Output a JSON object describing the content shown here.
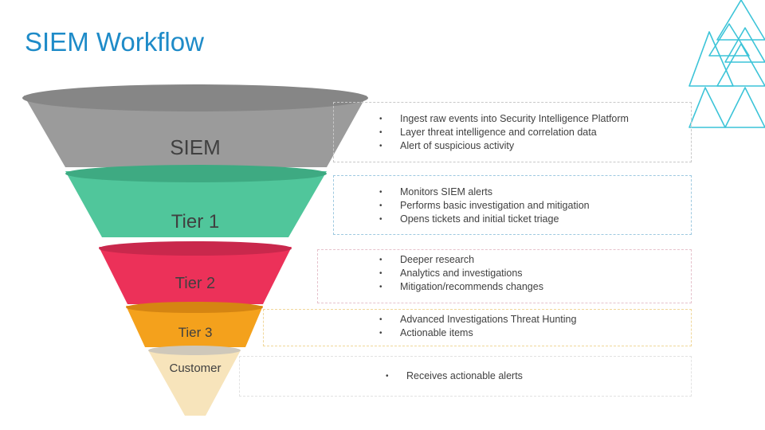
{
  "title": "SIEM Workflow",
  "colors": {
    "title": "#1e8bc8",
    "accent_lines": "#3cc4d8",
    "siem": "#9b9b9b",
    "tier1": "#50c69b",
    "tier2": "#ec3159",
    "tier3": "#f4a11c",
    "customer": "#f7e4bb"
  },
  "tiers": [
    {
      "label": "SIEM",
      "items": [
        "Ingest raw events into Security Intelligence Platform",
        "Layer threat intelligence and correlation data",
        "Alert of suspicious activity"
      ]
    },
    {
      "label": "Tier 1",
      "items": [
        "Monitors SIEM alerts",
        "Performs basic investigation and mitigation",
        "Opens tickets and initial ticket triage"
      ]
    },
    {
      "label": "Tier 2",
      "items": [
        "Deeper research",
        "Analytics and investigations",
        "Mitigation/recommends changes"
      ]
    },
    {
      "label": "Tier 3",
      "items": [
        "Advanced Investigations Threat Hunting",
        "Actionable items"
      ]
    },
    {
      "label": "Customer",
      "items": [
        "Receives actionable alerts"
      ]
    }
  ]
}
